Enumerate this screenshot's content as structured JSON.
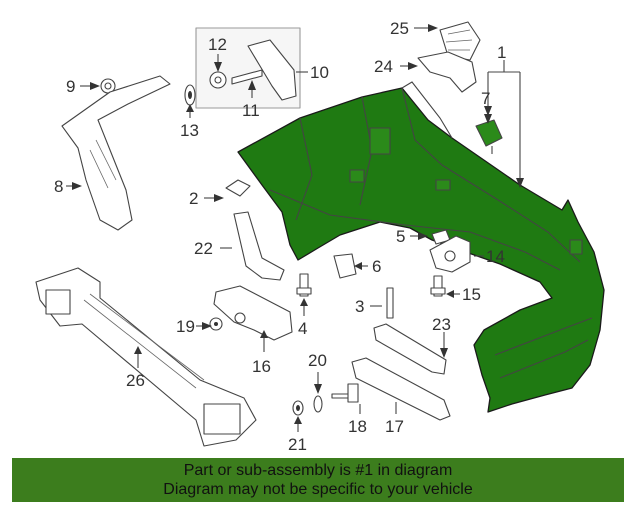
{
  "diagram": {
    "highlight_color": "#1f7a12",
    "banner_color": "#3c7d1d",
    "callouts": [
      "1",
      "2",
      "3",
      "4",
      "5",
      "6",
      "7",
      "8",
      "9",
      "10",
      "11",
      "12",
      "13",
      "14",
      "15",
      "16",
      "17",
      "18",
      "19",
      "20",
      "21",
      "22",
      "23",
      "24",
      "25",
      "26"
    ]
  },
  "banner": {
    "line1": "Part or sub-assembly is #1 in diagram",
    "line2": "Diagram may not be specific to your vehicle"
  }
}
